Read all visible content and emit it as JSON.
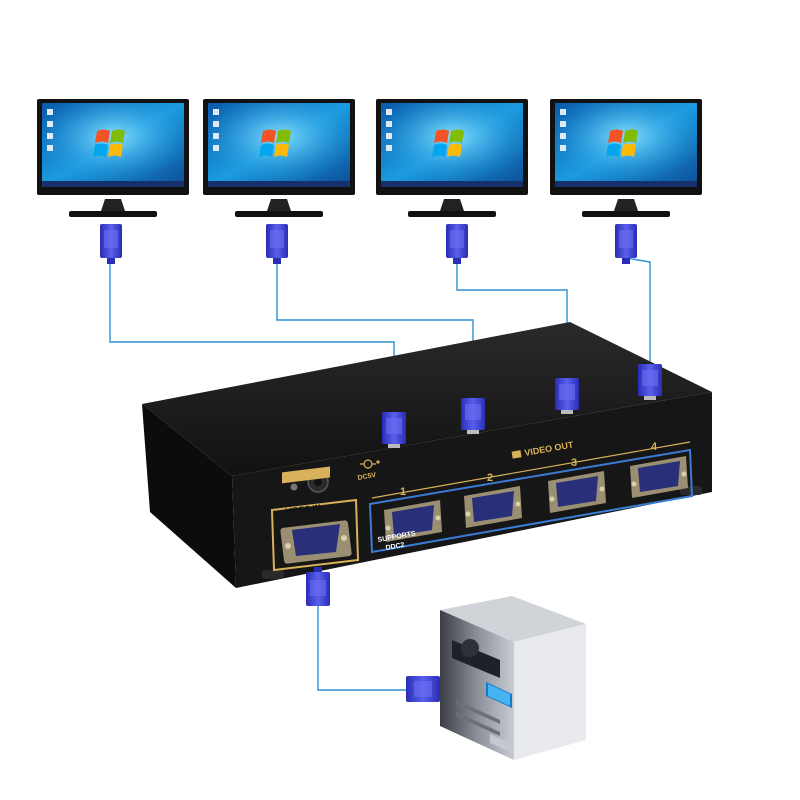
{
  "splitter": {
    "video_out_label": "VIDEO OUT",
    "video_in_label": "VIDEO IN",
    "supports_label": "SUPPORTS",
    "ddc_label": "DDC2",
    "power_label": "DC5V",
    "ports": [
      "1",
      "2",
      "3",
      "4"
    ]
  },
  "colors": {
    "cable": "#2f8fd6",
    "vga_plug": "#3b3fd0",
    "label_gold": "#d8b25a",
    "device_body": "#141414"
  },
  "icons": [
    "monitor-icon",
    "windows-logo-icon",
    "vga-connector-icon",
    "pc-tower-icon"
  ]
}
